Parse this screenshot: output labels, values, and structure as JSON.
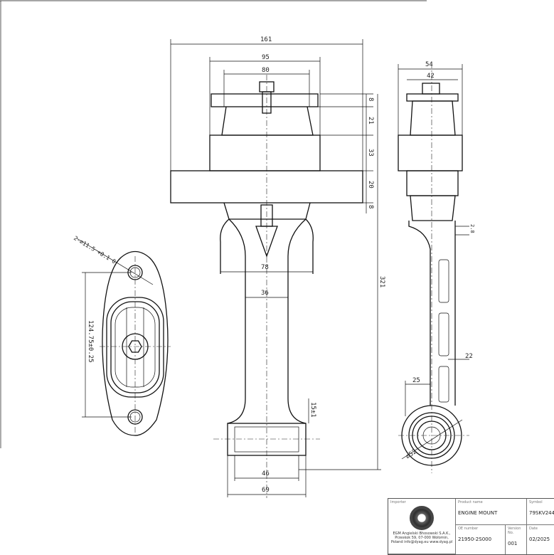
{
  "dimensions": {
    "overall_width": "161",
    "top_width_outer": "95",
    "top_width_inner": "80",
    "stack": [
      "8",
      "21",
      "33",
      "20",
      "8"
    ],
    "overall_height": "321",
    "arm_flare_width": "78",
    "arm_width": "36",
    "bushing_offset": "15±1",
    "bushing_inner": "46",
    "bushing_outer": "69",
    "side_outer": "54",
    "side_inner": "42",
    "side_small": "2.8",
    "arm_depth": "25",
    "arm_thickness": "22",
    "bushing_diameter": "⌀52",
    "hole_spec": "2-⌀11.5 +0.1 0",
    "hole_spacing": "124.75±0.25"
  },
  "title_block": {
    "importer_label": "Importer",
    "importer_text": "EGM Angielski Bhosowski S.A.K., Przeskok 59, 07-000 Wołomin, Poland info@dyag.eu www.dyag.pl",
    "product_name_label": "Product name",
    "product_name": "ENGINE MOUNT",
    "symbol_label": "Symbol",
    "symbol": "79SKV244",
    "oe_label": "OE number",
    "oe_number": "21950-2S000",
    "version_label": "Version No.",
    "version": "001",
    "date_label": "Date",
    "date": "02/2025"
  }
}
